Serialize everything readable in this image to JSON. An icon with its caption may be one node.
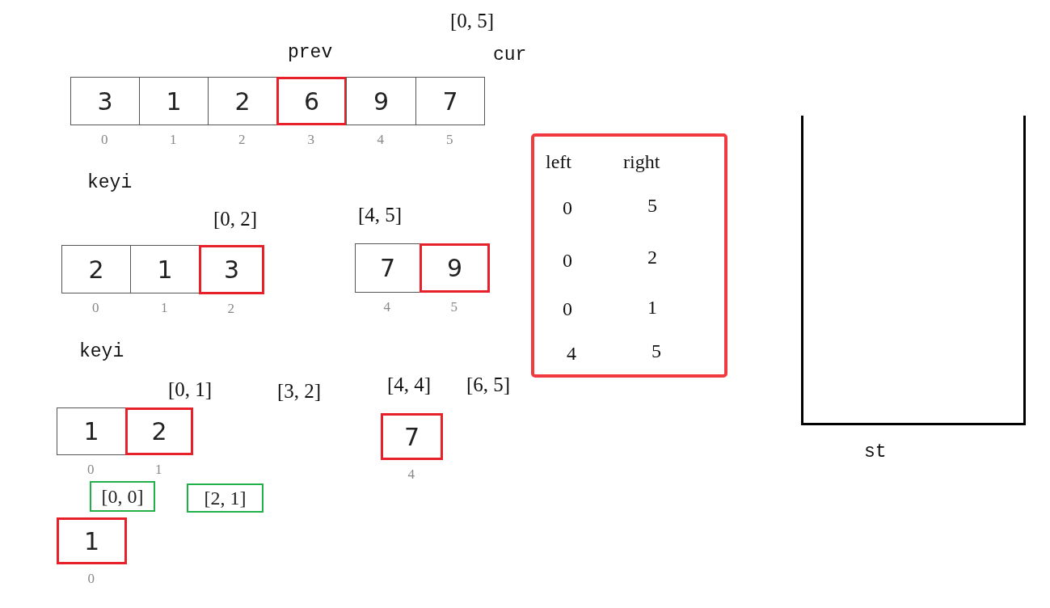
{
  "diagram": {
    "nodes": [
      {
        "text": [
          "3"
        ],
        "beside": [
          "0"
        ]
      },
      {
        "text": [
          "1"
        ],
        "beside": [
          "1"
        ]
      },
      {
        "text": [
          "2"
        ],
        "beside": [
          "2"
        ]
      },
      {
        "text": [
          "6"
        ],
        "beside": [
          "3"
        ]
      },
      {
        "text": [
          "9"
        ],
        "beside": [
          "4"
        ]
      },
      {
        "text": [
          "7"
        ],
        "beside": [
          "5"
        ]
      },
      {
        "text": [
          "left",
          "right",
          "0",
          "5",
          "0",
          "2",
          "0",
          "1",
          "4",
          "5"
        ]
      },
      {
        "text": [],
        "shape": "box",
        "beside": [
          "st"
        ]
      },
      {
        "text": [
          "2"
        ],
        "beside": [
          "0"
        ]
      },
      {
        "text": [
          "1"
        ],
        "beside": [
          "1"
        ]
      },
      {
        "text": [
          "3"
        ],
        "beside": [
          "2"
        ]
      },
      {
        "text": [
          "7"
        ],
        "beside": [
          "4"
        ]
      },
      {
        "text": [
          "9"
        ],
        "beside": [
          "5"
        ]
      },
      {
        "text": [
          "1"
        ],
        "beside": [
          "0"
        ]
      },
      {
        "text": [
          "2"
        ],
        "beside": [
          "1"
        ]
      },
      {
        "text": [
          "7"
        ],
        "beside": [
          "4"
        ]
      },
      {
        "text": [
          "[0, 0]"
        ]
      },
      {
        "text": [
          "[2, 1]"
        ]
      },
      {
        "text": [
          "1"
        ],
        "beside": [
          "0"
        ]
      }
    ],
    "labels": [
      "[0, 5]",
      "prev",
      "cur",
      "keyi",
      "[0, 2]",
      "[4, 5]",
      "keyi",
      "[0, 1]",
      "[3, 2]",
      "[4, 4]",
      "[6, 5]"
    ]
  }
}
